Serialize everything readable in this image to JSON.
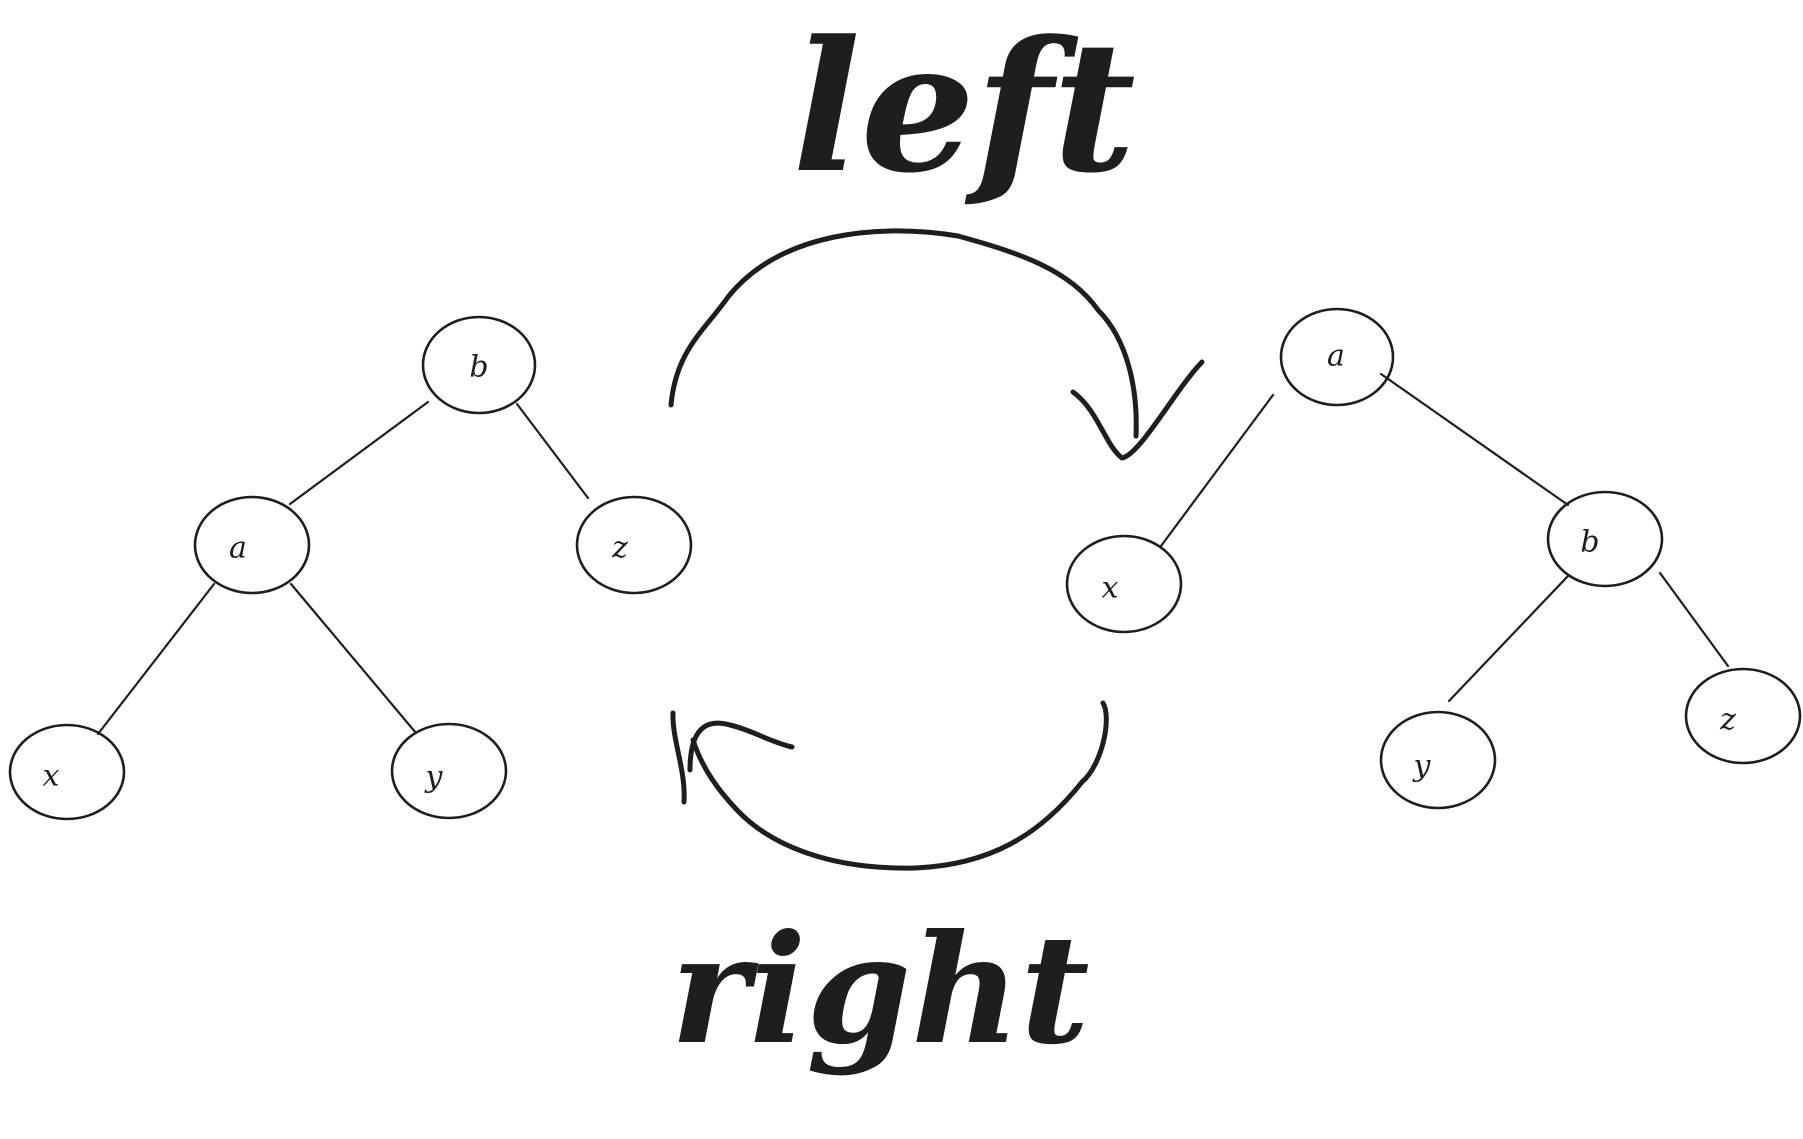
{
  "diagram": {
    "rotation_top_label": "left",
    "rotation_bottom_label": "right",
    "ink_color": "#1e1e1e",
    "background_color": "#ffffff",
    "left_tree": {
      "root": "b",
      "root_left": "a",
      "root_right": "z",
      "a_left": "x",
      "a_right": "y"
    },
    "right_tree": {
      "root": "a",
      "root_left": "x",
      "root_right": "b",
      "b_left": "y",
      "b_right": "z"
    }
  }
}
